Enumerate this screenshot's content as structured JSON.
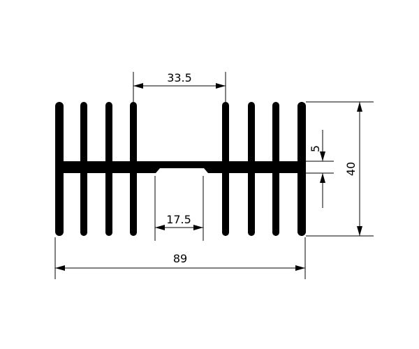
{
  "diagram": {
    "colors": {
      "profile": "#000000",
      "background": "#ffffff",
      "dimension": "#000000"
    },
    "dimensions": {
      "center_gap": "33.5",
      "channel_width": "17.5",
      "overall_width": "89",
      "base_thickness": "5",
      "overall_height": "40"
    }
  }
}
